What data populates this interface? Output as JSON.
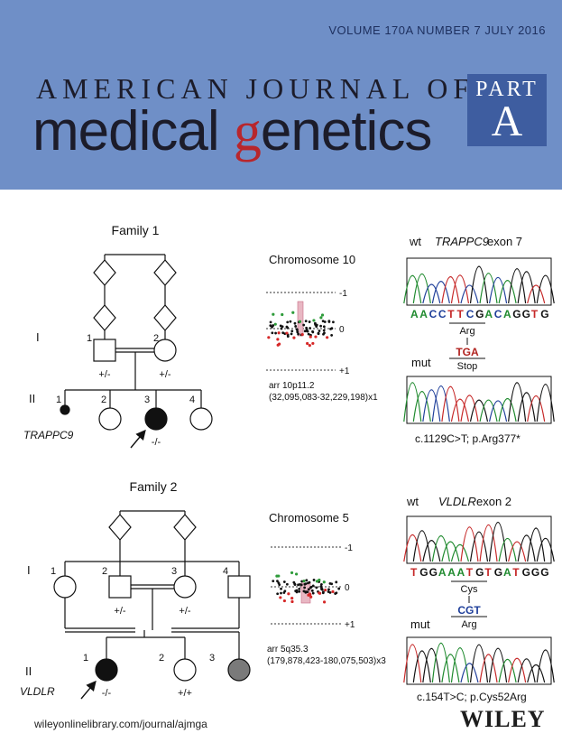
{
  "header": {
    "issue_info": "VOLUME 170A   NUMBER 7   JULY 2016",
    "journal_line1": "AMERICAN JOURNAL OF",
    "journal_line2_pre": "medical ",
    "journal_line2_accent": "g",
    "journal_line2_post": "enetics",
    "part_label": "PART",
    "part_letter": "A",
    "colors": {
      "band": "#6f8fc7",
      "part_box": "#3e5da0",
      "accent": "#b8262c"
    }
  },
  "family1": {
    "title": "Family 1",
    "gen_I": "I",
    "gen_II": "II",
    "parent_labels": [
      "1",
      "2"
    ],
    "parent_genotypes": [
      "+/-",
      "+/-"
    ],
    "child_labels": [
      "1",
      "2",
      "3",
      "4"
    ],
    "proband_genotype": "-/-",
    "gene": "TRAPPC9",
    "chromosome": {
      "title": "Chromosome 10",
      "axis_labels": [
        "-1",
        "0",
        "+1"
      ],
      "arr_line1": "arr 10p11.2",
      "arr_line2": "(32,095,083-32,229,198)x1"
    },
    "sequence": {
      "wt_label": "wt",
      "gene": "TRAPPC9",
      "exon": " exon 7",
      "wt_seq": "AACCTTCGACAGGTG",
      "wt_codon_aa": "Arg",
      "mut_codon": "TGA",
      "mut_aa": "Stop",
      "mut_label": "mut",
      "variant": "c.1129C>T; p.Arg377*"
    }
  },
  "family2": {
    "title": "Family 2",
    "gen_I": "I",
    "gen_II": "II",
    "parent_labels": [
      "1",
      "2",
      "3",
      "4"
    ],
    "parent_genotypes": [
      "+/-",
      "+/-"
    ],
    "child_labels": [
      "1",
      "2",
      "3"
    ],
    "child_genotypes": [
      "-/-",
      "+/+"
    ],
    "gene": "VLDLR",
    "chromosome": {
      "title": "Chromosome 5",
      "axis_labels": [
        "-1",
        "0",
        "+1"
      ],
      "arr_line1": "arr 5q35.3",
      "arr_line2": "(179,878,423-180,075,503)x3"
    },
    "sequence": {
      "wt_label": "wt",
      "gene": "VLDLR",
      "exon": " exon 2",
      "wt_seq": "TGGAAATGTGATGGG",
      "wt_codon_aa": "Cys",
      "mut_codon": "CGT",
      "mut_aa": "Arg",
      "mut_label": "mut",
      "variant": "c.154T>C; p.Cys52Arg"
    }
  },
  "footer": {
    "url": "wileyonlinelibrary.com/journal/ajmga",
    "publisher": "WILEY"
  }
}
